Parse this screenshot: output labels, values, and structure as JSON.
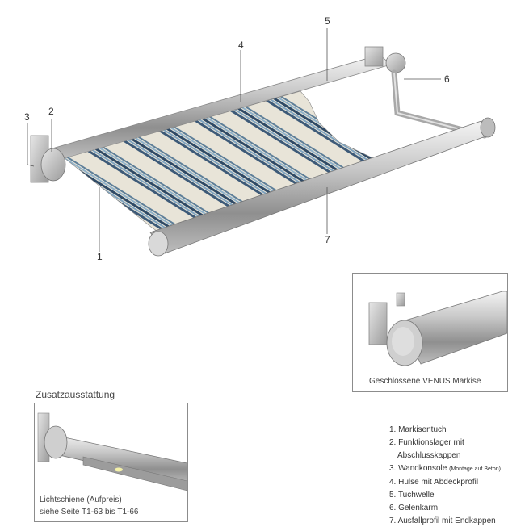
{
  "callouts": [
    "1",
    "2",
    "3",
    "4",
    "5",
    "6",
    "7"
  ],
  "closed_caption": "Geschlossene VENUS Markise",
  "extras_title": "Zusatzausstattung",
  "extras_caption_line1": "Lichtschiene (Aufpreis)",
  "extras_caption_line2": "siehe Seite T1-63 bis T1-66",
  "legend": {
    "item1": "1. Markisentuch",
    "item2a": "2. Funktionslager mit",
    "item2b": "Abschlusskappen",
    "item3": "3. Wandkonsole",
    "item3_note": "(Montage auf Beton)",
    "item4": "4. Hülse mit Abdeckprofil",
    "item5": "5. Tuchwelle",
    "item6": "6. Gelenkarm",
    "item7": "7. Ausfallprofil mit Endkappen"
  }
}
